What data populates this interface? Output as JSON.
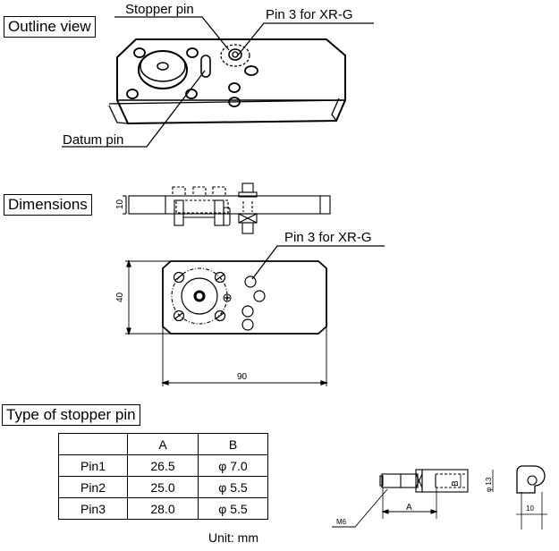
{
  "sections": {
    "outline_view": "Outline view",
    "dimensions": "Dimensions",
    "stopper_type": "Type of stopper pin"
  },
  "callouts": {
    "stopper_pin": "Stopper pin",
    "pin3_xrg": "Pin 3 for XR-G",
    "datum_pin": "Datum pin",
    "pin3_xrg_dim": "Pin 3 for XR-G"
  },
  "dimension_labels": {
    "thickness": "10",
    "height": "40",
    "width": "90",
    "pin_A": "A",
    "pin_B": "B",
    "pin_diameter": "φ 13",
    "thread": "M6",
    "pin_width": "10"
  },
  "table": {
    "headers": [
      "",
      "A",
      "B"
    ],
    "rows": [
      [
        "Pin1",
        "26.5",
        "φ 7.0"
      ],
      [
        "Pin2",
        "25.0",
        "φ 5.5"
      ],
      [
        "Pin3",
        "28.0",
        "φ 5.5"
      ]
    ],
    "unit": "Unit: mm"
  }
}
